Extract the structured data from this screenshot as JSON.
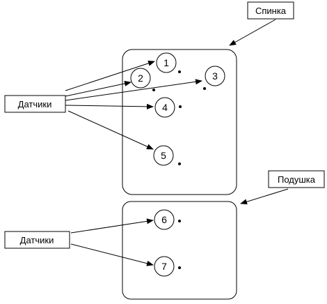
{
  "labels": {
    "back": "Спинка",
    "cushion": "Подушка",
    "sensors_top": "Датчики",
    "sensors_bottom": "Датчики"
  },
  "sensors": [
    "1",
    "2",
    "3",
    "4",
    "5",
    "6",
    "7"
  ]
}
